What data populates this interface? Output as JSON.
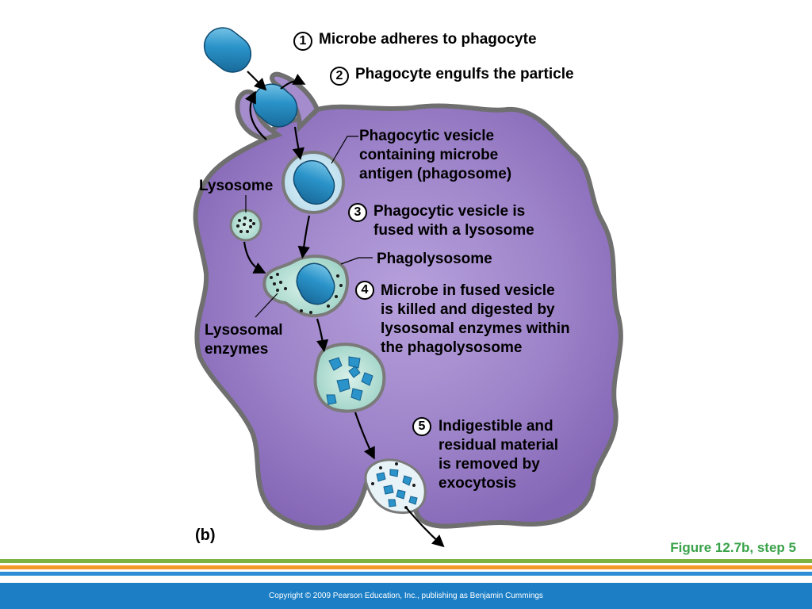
{
  "steps": [
    {
      "num": "1",
      "text": "Microbe adheres to phagocyte"
    },
    {
      "num": "2",
      "text": "Phagocyte engulfs the particle"
    },
    {
      "num": "3",
      "text": [
        "Phagocytic vesicle is",
        "fused with a lysosome"
      ]
    },
    {
      "num": "4",
      "text": [
        "Microbe in fused vesicle",
        "is killed and digested by",
        "lysosomal enzymes within",
        "the phagolysosome"
      ]
    },
    {
      "num": "5",
      "text": [
        "Indigestible and",
        "residual material",
        "is removed by",
        "exocytosis"
      ]
    }
  ],
  "labels": {
    "phagosome": [
      "Phagocytic vesicle",
      "containing microbe",
      "antigen (phagosome)"
    ],
    "lysosome": "Lysosome",
    "phagolysosome": "Phagolysosome",
    "lysosomal_enzymes": [
      "Lysosomal",
      "enzymes"
    ]
  },
  "panel_label": "(b)",
  "figure_caption": "Figure 12.7b, step 5",
  "copyright": "Copyright © 2009 Pearson Education, Inc., publishing as Benjamin Cummings",
  "colors": {
    "cell_fill": "#9b7fc6",
    "microbe": "#2a93c9",
    "vesicle_fill": "#a8d8cc",
    "caption_green": "#3aa24a",
    "footer_blue": "#1c7fc6",
    "stripe_green": "#7cb342",
    "stripe_orange": "#f39a2b",
    "stripe_blue": "#2c8fd6"
  }
}
